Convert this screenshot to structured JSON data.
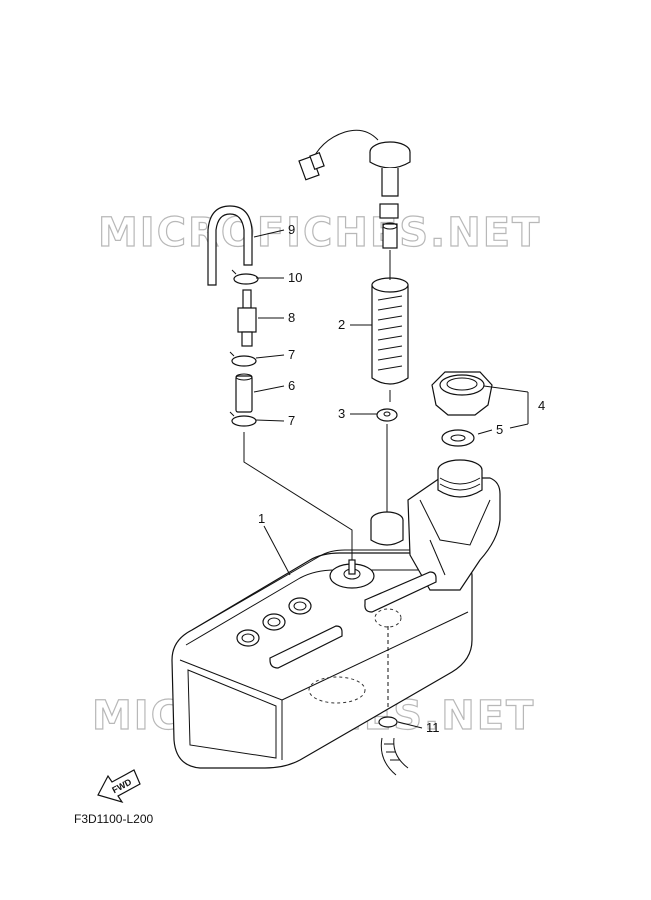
{
  "watermark": "MICROFICHES.NET",
  "diagram_code": "F3D1100-L200",
  "fwd_label": "FWD",
  "callouts": {
    "c1": "1",
    "c2": "2",
    "c3": "3",
    "c4": "4",
    "c5": "5",
    "c6": "6",
    "c7a": "7",
    "c7b": "7",
    "c8": "8",
    "c9": "9",
    "c10": "10",
    "c11": "11"
  }
}
